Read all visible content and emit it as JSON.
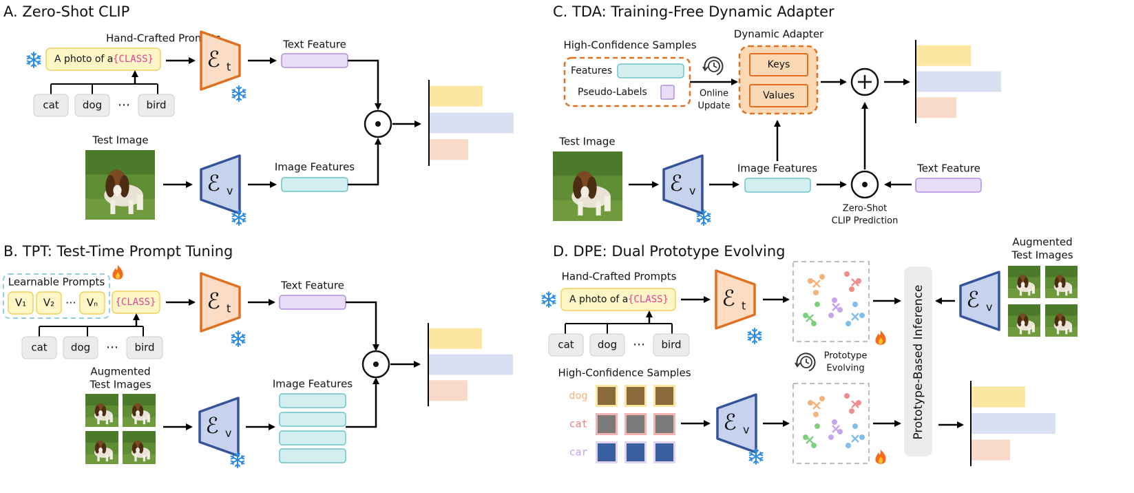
{
  "panelA": {
    "title": "A. Zero-Shot CLIP",
    "prompts_title": "Hand-Crafted Prompts",
    "prompt_text": "A photo of a",
    "prompt_class": "{CLASS}",
    "classes": [
      "cat",
      "dog",
      "⋯",
      "bird"
    ],
    "text_feature": "Text Feature",
    "test_image": "Test Image",
    "image_features": "Image Features"
  },
  "panelB": {
    "title": "B. TPT: Test-Time Prompt Tuning",
    "learnable_prompts": "Learnable Prompts",
    "tokens": [
      "V₁",
      "V₂",
      "⋯",
      "Vₙ"
    ],
    "prompt_class": "{CLASS}",
    "classes": [
      "cat",
      "dog",
      "⋯",
      "bird"
    ],
    "text_feature": "Text Feature",
    "augmented_line1": "Augmented",
    "augmented_line2": "Test Images",
    "image_features": "Image Features"
  },
  "panelC": {
    "title": "C. TDA: Training-Free Dynamic Adapter",
    "high_conf": "High-Confidence Samples",
    "features": "Features",
    "pseudo_labels": "Pseudo-Labels",
    "online_line1": "Online",
    "online_line2": "Update",
    "dynamic_adapter": "Dynamic Adapter",
    "keys": "Keys",
    "values": "Values",
    "test_image": "Test Image",
    "image_features": "Image Features",
    "text_feature": "Text Feature",
    "zs_line1": "Zero-Shot",
    "zs_line2": "CLIP Prediction"
  },
  "panelD": {
    "title": "D. DPE: Dual Prototype Evolving",
    "prompts_title": "Hand-Crafted Prompts",
    "prompt_text": "A photo of a",
    "prompt_class": "{CLASS}",
    "classes": [
      "cat",
      "dog",
      "⋯",
      "bird"
    ],
    "high_conf": "High-Confidence Samples",
    "sample_labels": [
      "dog",
      "cat",
      "car"
    ],
    "proto_line1": "Prototype",
    "proto_line2": "Evolving",
    "inference": "Prototype-Based Inference",
    "augmented_line1": "Augmented",
    "augmented_line2": "Test Images"
  },
  "encoders": {
    "text_sub": "t",
    "image_sub": "v",
    "symbol": "ℰ"
  },
  "colors": {
    "text_encoder_fill": "#fcdcc2",
    "text_encoder_stroke": "#e07020",
    "image_encoder_fill": "#c7d3ee",
    "image_encoder_stroke": "#34539a",
    "text_feature_fill": "#e8ddf7",
    "text_feature_stroke": "#b18fe0",
    "image_feature_fill": "#d3eeee",
    "image_feature_stroke": "#6cc4cc",
    "prompt_fill": "#fff6c6",
    "prompt_stroke": "#f2cf5a",
    "class_text": "#e0409a",
    "adapter_fill": "#fcd9b5",
    "dashed_orange": "#e07020",
    "dashed_teal": "#8fd0dc",
    "bar_yellow": "#fde6a0",
    "bar_blue": "#d8e0f2",
    "bar_peach": "#f9d9c7",
    "snowflake": "#2a8be0"
  },
  "icons": [
    "snowflake-icon",
    "fire-icon",
    "clock-refresh-icon",
    "plus-circle-icon",
    "dot-circle-icon"
  ]
}
